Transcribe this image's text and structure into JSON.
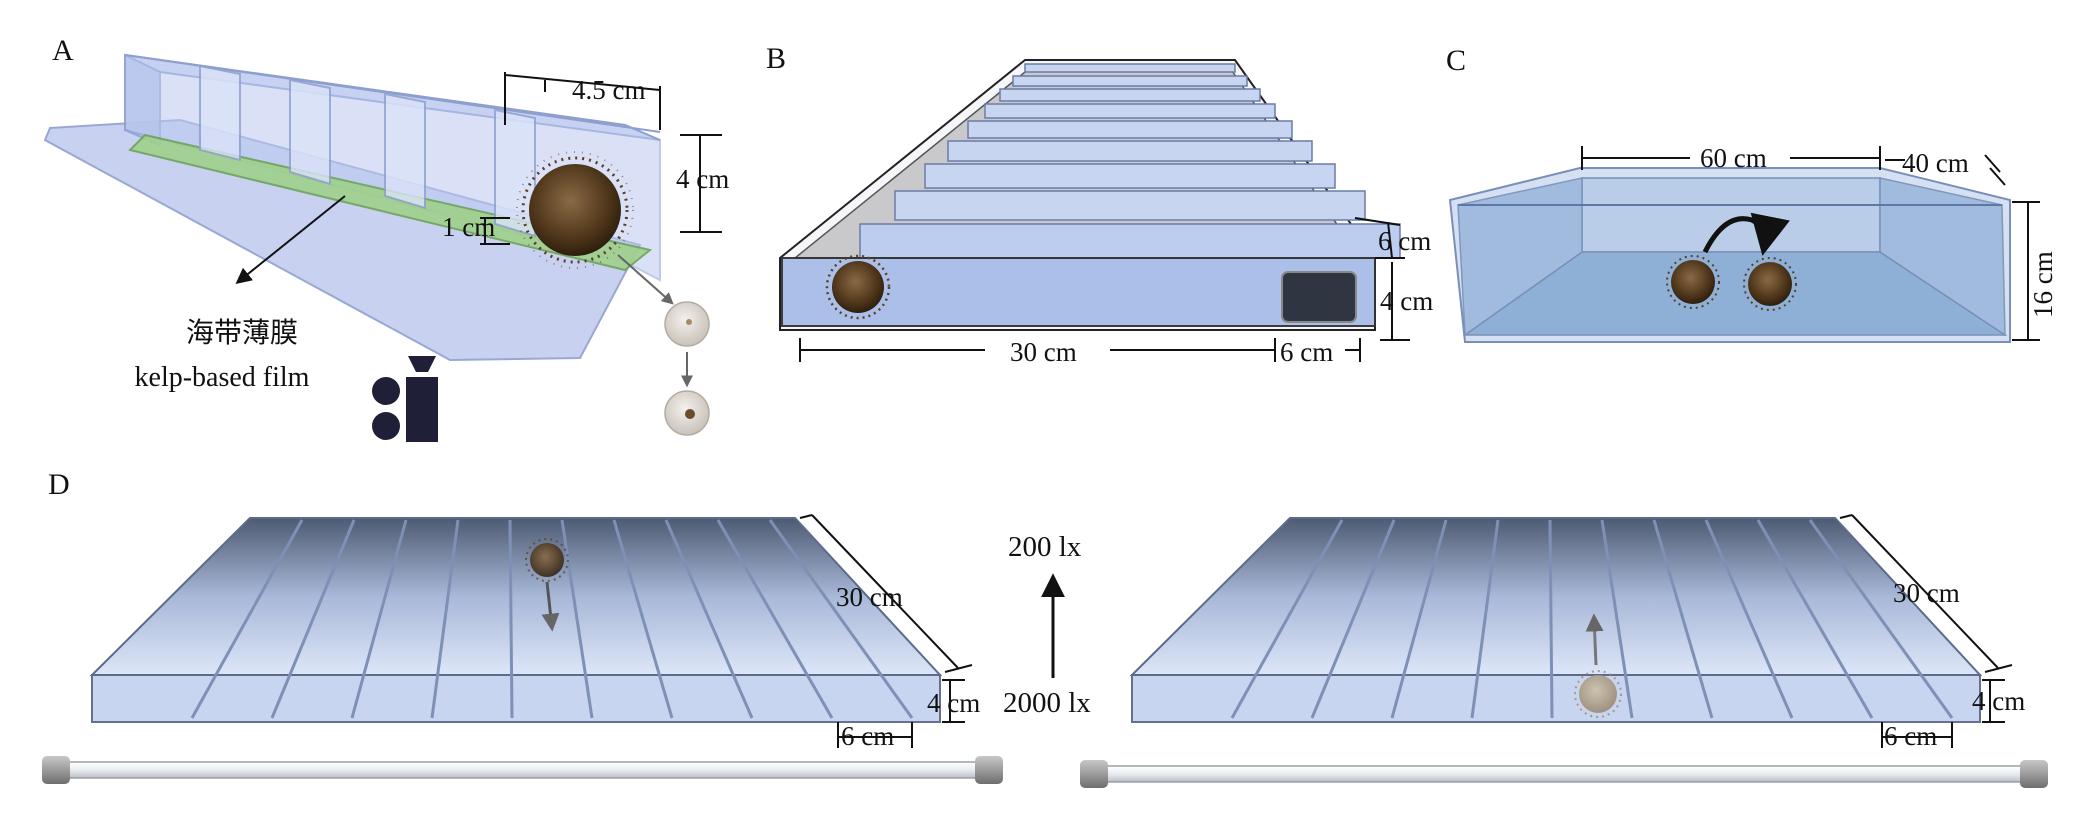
{
  "panels": {
    "a": {
      "letter": "A",
      "dims": {
        "width": "4.5 cm",
        "height": "4 cm",
        "film": "1 cm"
      },
      "film_label_cn": "海带薄膜",
      "film_label_en": "kelp-based film"
    },
    "b": {
      "letter": "B",
      "dims": {
        "depth": "6 cm",
        "height": "4 cm",
        "length": "30 cm",
        "end": "6 cm"
      }
    },
    "c": {
      "letter": "C",
      "dims": {
        "length": "60 cm",
        "width": "40 cm",
        "height": "16 cm"
      }
    },
    "d": {
      "letter": "D",
      "lux_top": "200 lx",
      "lux_bottom": "2000 lx",
      "left": {
        "depth": "30 cm",
        "height": "4 cm",
        "width": "6 cm"
      },
      "right": {
        "depth": "30 cm",
        "height": "4 cm",
        "width": "6 cm"
      }
    }
  },
  "colors": {
    "glass": "#b9c7ee",
    "glass_stroke": "#8e9fcf",
    "film": "#9fd08a",
    "water": "#9fbfe0",
    "tray_dark": "#55627a",
    "urchin": "#5a3f22",
    "logo": "#1f1f38"
  }
}
